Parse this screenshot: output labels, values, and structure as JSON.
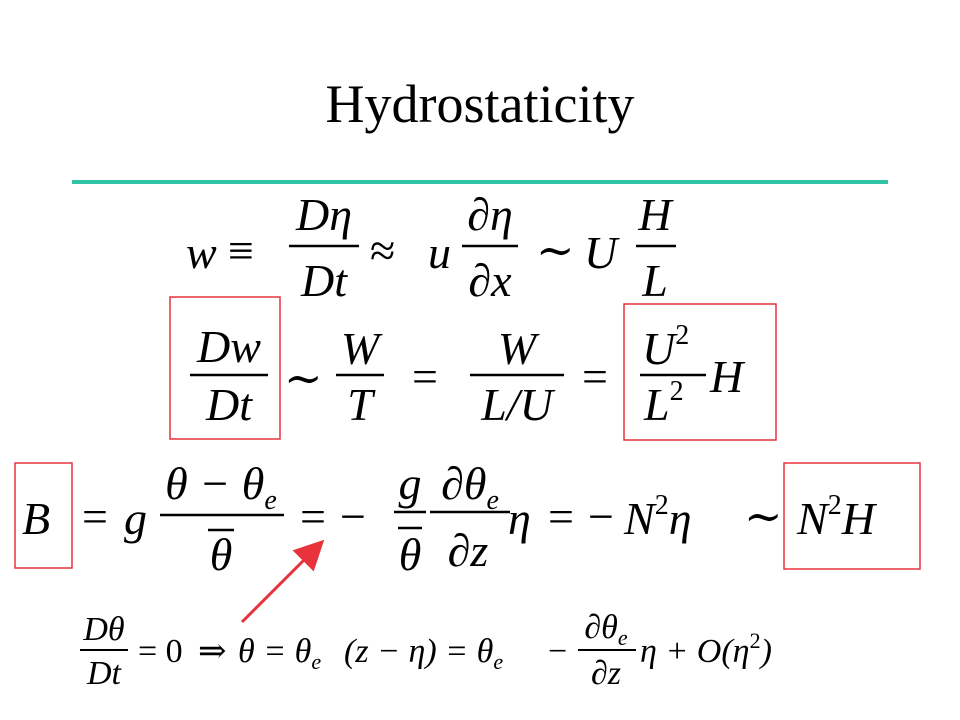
{
  "slide": {
    "title": "Hydrostaticity",
    "rule_color": "#2ec4a6",
    "box_color": "#e8323c",
    "arrow_color": "#e8323c"
  },
  "eq1": {
    "w": "w",
    "equiv": "≡",
    "f1_num": "Dη",
    "f1_den": "Dt",
    "approx": "≈",
    "u": "u",
    "f2_num": "∂η",
    "f2_den": "∂x",
    "sim": "∼",
    "U": "U",
    "f3_num": "H",
    "f3_den": "L"
  },
  "eq2": {
    "f1_num": "Dw",
    "f1_den": "Dt",
    "sim": "∼",
    "f2_num": "W",
    "f2_den": "T",
    "eq_a": "=",
    "f3_num": "W",
    "f3_den": "L/U",
    "eq_b": "=",
    "f4_num_base": "U",
    "f4_num_exp": "2",
    "f4_den_base": "L",
    "f4_den_exp": "2",
    "H": "H"
  },
  "eq3": {
    "B": "B",
    "eq_a": "=",
    "g": "g",
    "f1_num": "θ − θ",
    "f1_num_sub": "e",
    "f1_den": "θ",
    "eq_b": "=",
    "minus_a": "−",
    "f2_num": "g",
    "f2_den": "θ",
    "f3_num": "∂θ",
    "f3_num_sub": "e",
    "f3_den": "∂z",
    "eta_a": "η",
    "eq_c": "=",
    "minus_b": "−",
    "N_a": "N",
    "exp_a": "2",
    "eta_b": "η",
    "sim": "∼",
    "N_b": "N",
    "exp_b": "2",
    "H": "H"
  },
  "eq4": {
    "f1_num": "Dθ",
    "f1_den": "Dt",
    "eq_zero": "= 0",
    "implies": "⇒",
    "lhs": "θ = θ",
    "lhs_sub": "e",
    "mid": "(z − η) = θ",
    "mid_sub": "e",
    "minus": "−",
    "f2_num": "∂θ",
    "f2_num_sub": "e",
    "f2_den": "∂z",
    "tail": "η + O(η",
    "tail_exp": "2",
    "tail_close": ")"
  }
}
